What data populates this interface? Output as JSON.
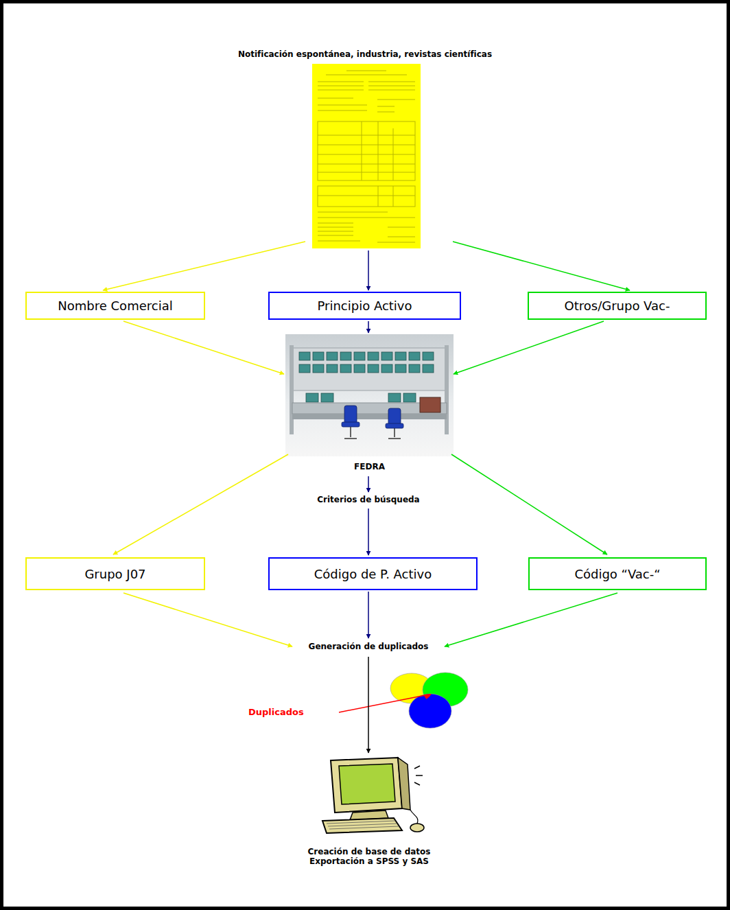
{
  "diagram": {
    "nodes": [
      {
        "text": [
          "Notificación espontánea, industria, revistas científicas"
        ]
      },
      {
        "text": [
          "Nombre Comercial"
        ]
      },
      {
        "text": [
          "Principio Activo"
        ]
      },
      {
        "text": [
          "Otros/Grupo Vac-"
        ]
      },
      {
        "text": [
          "FEDRA"
        ]
      },
      {
        "text": [
          "Criterios de búsqueda"
        ]
      },
      {
        "text": [
          "Grupo J07"
        ]
      },
      {
        "text": [
          "Código de P. Activo"
        ]
      },
      {
        "text": [
          "Código “Vac-“"
        ]
      },
      {
        "text": [
          "Generación de duplicados"
        ]
      },
      {
        "text": [
          "Creación de base de datos Exportación a SPSS y SAS"
        ]
      }
    ],
    "edges": [
      {
        "from": 0,
        "to": 1,
        "arrow": "to"
      },
      {
        "from": 0,
        "to": 2,
        "arrow": "to"
      },
      {
        "from": 0,
        "to": 3,
        "arrow": "to"
      },
      {
        "from": 1,
        "to": 4,
        "arrow": "to"
      },
      {
        "from": 2,
        "to": 4,
        "arrow": "to"
      },
      {
        "from": 3,
        "to": 4,
        "arrow": "to"
      },
      {
        "from": 4,
        "to": 5,
        "arrow": "to"
      },
      {
        "from": 4,
        "to": 6,
        "arrow": "to"
      },
      {
        "from": 5,
        "to": 7,
        "arrow": "to"
      },
      {
        "from": 4,
        "to": 8,
        "arrow": "to"
      },
      {
        "from": 6,
        "to": 9,
        "arrow": "to"
      },
      {
        "from": 7,
        "to": 9,
        "arrow": "to"
      },
      {
        "from": 8,
        "to": 9,
        "arrow": "to"
      },
      {
        "from": 9,
        "to": 10,
        "arrow": "to"
      }
    ],
    "labels": [
      "Duplicados"
    ]
  }
}
